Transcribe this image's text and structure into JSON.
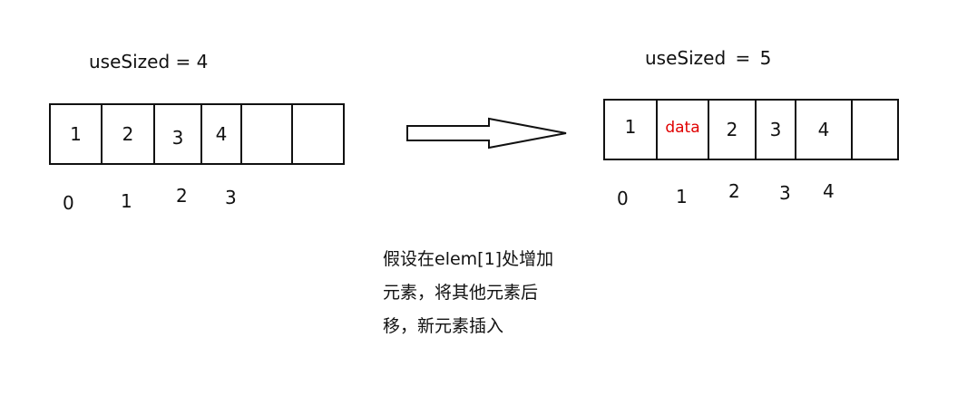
{
  "before": {
    "label": "useSized = 4",
    "cells": [
      "1",
      "2",
      "3",
      "4",
      "",
      ""
    ],
    "indices": [
      "0",
      "1",
      "2",
      "3"
    ]
  },
  "after": {
    "label": "useSized = 5",
    "cells": [
      "1",
      "data",
      "2",
      "3",
      "4",
      ""
    ],
    "indices": [
      "0",
      "1",
      "2",
      "3",
      "4"
    ]
  },
  "colors": {
    "inserted_element": "#e00000",
    "stroke": "#111111"
  },
  "note_lines": [
    "假设在elem[1]处增加",
    "元素，将其他元素后",
    "移，新元素插入"
  ]
}
